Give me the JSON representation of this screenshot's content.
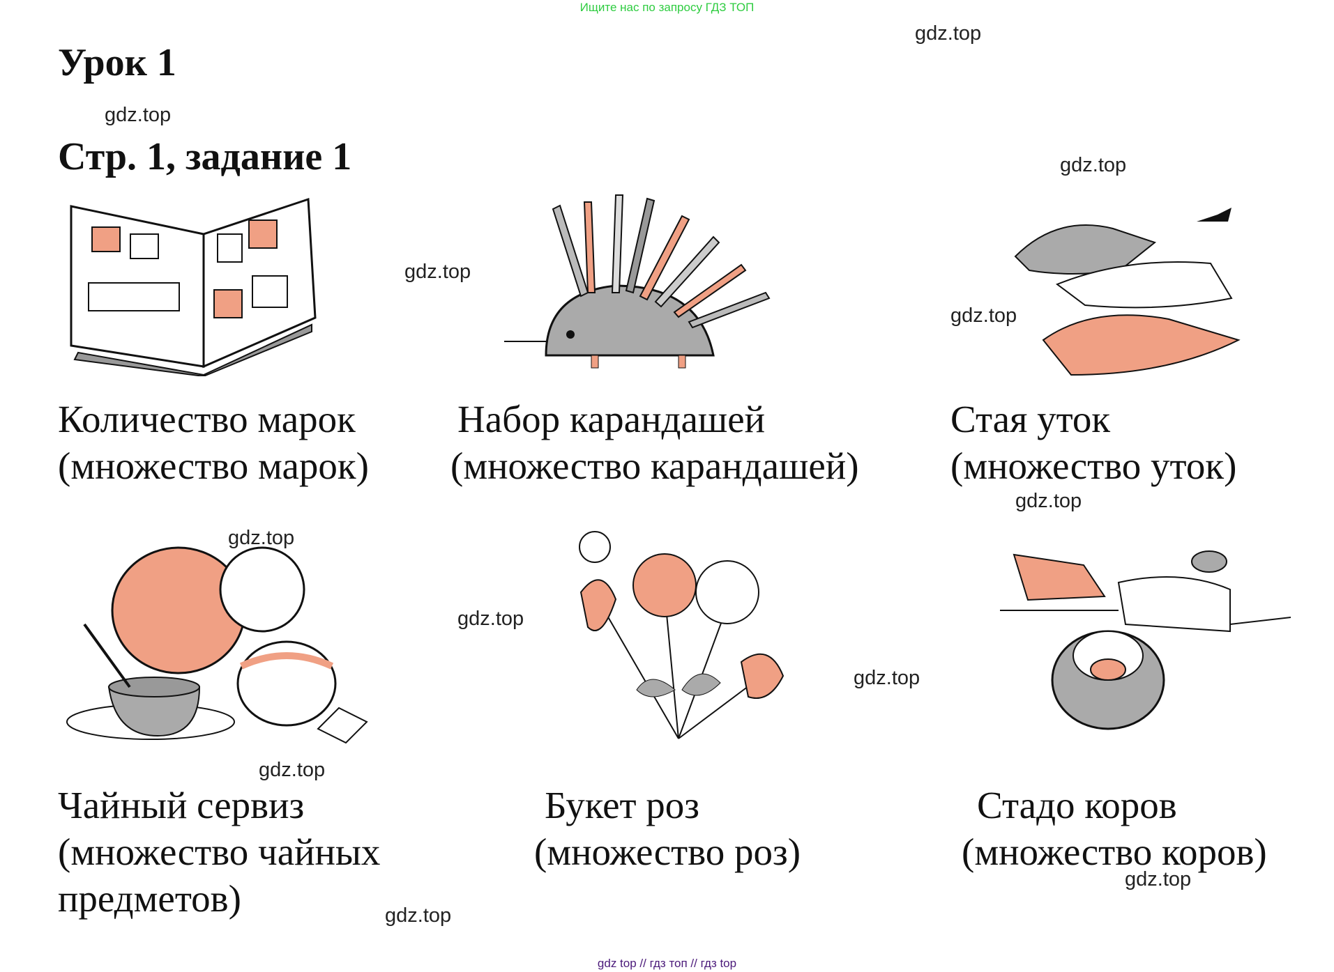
{
  "banner": "Ищите нас по запросу ГДЗ ТОП",
  "lesson_title": "Урок 1",
  "task_title": "Стр. 1, задание 1",
  "watermark": "gdz.top",
  "items": [
    {
      "line1": "Количество марок",
      "line2": "(множество марок)",
      "icon": "stamp-album"
    },
    {
      "line1": "Набор карандашей",
      "line2": "(множество карандашей)",
      "icon": "pencils-hedgehog"
    },
    {
      "line1": "Стая уток",
      "line2": "(множество уток)",
      "icon": "ducks"
    },
    {
      "line1": "Чайный сервиз",
      "line2": "(множество чайных",
      "line3": "предметов)",
      "icon": "tea-set"
    },
    {
      "line1": "Букет роз",
      "line2": "(множество роз)",
      "icon": "roses"
    },
    {
      "line1": "Стадо коров",
      "line2": "(множество коров)",
      "icon": "cows"
    }
  ],
  "footer": "gdz top  //  гдз топ  //  гдз top",
  "colors": {
    "banner": "#2ecc40",
    "footer": "#4b1a7a",
    "salmon": "#f0a084",
    "gray": "#a8a8a8"
  }
}
